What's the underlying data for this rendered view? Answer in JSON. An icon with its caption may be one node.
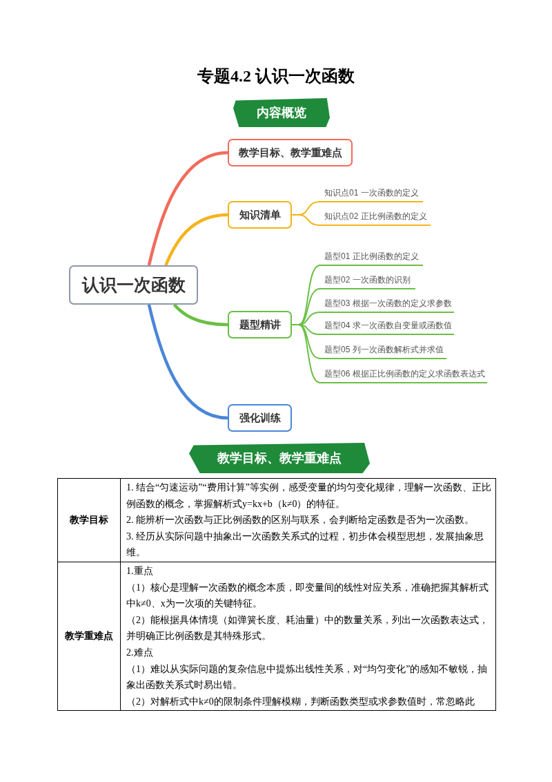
{
  "diagram": {
    "title": "专题4.2 认识一次函数",
    "nodes": [
      {
        "text": [
          "内容概览"
        ]
      },
      {
        "text": [
          "认识一次函数"
        ]
      },
      {
        "text": [
          "教学目标、教学重难点"
        ]
      },
      {
        "text": [
          "知识清单"
        ]
      },
      {
        "text": [
          "题型精讲"
        ]
      },
      {
        "text": [
          "强化训练"
        ]
      },
      {
        "text": [
          "知识点01 一次函数的定义"
        ]
      },
      {
        "text": [
          "知识点02 正比例函数的定义"
        ]
      },
      {
        "text": [
          "题型01 正比例函数的定义"
        ]
      },
      {
        "text": [
          "题型02 一次函数的识别"
        ]
      },
      {
        "text": [
          "题型03 根据一次函数的定义求参数"
        ]
      },
      {
        "text": [
          "题型04 求一次函数自变量或函数值"
        ]
      },
      {
        "text": [
          "题型05 列一次函数解析式并求值"
        ]
      },
      {
        "text": [
          "题型06 根据正比例函数的定义求函数表达式"
        ]
      },
      {
        "text": [
          "教学目标、教学重难点"
        ]
      }
    ],
    "edges": [
      {
        "from": 1,
        "to": 2,
        "arrow": "none",
        "style": "thick",
        "color": "#f26b5b"
      },
      {
        "from": 1,
        "to": 3,
        "arrow": "none",
        "style": "thick",
        "color": "#f4b41a"
      },
      {
        "from": 1,
        "to": 4,
        "arrow": "none",
        "style": "thick"
      },
      {
        "from": 1,
        "to": 5,
        "arrow": "none",
        "style": "thick",
        "color": "#4a86d8"
      },
      {
        "from": 3,
        "to": 6,
        "arrow": "none",
        "color": "#f4b41a"
      },
      {
        "from": 3,
        "to": 7,
        "arrow": "none",
        "color": "#f4b41a"
      },
      {
        "from": 4,
        "to": 8,
        "arrow": "none"
      },
      {
        "from": 4,
        "to": 9,
        "arrow": "none"
      },
      {
        "from": 4,
        "to": 10,
        "arrow": "none"
      },
      {
        "from": 4,
        "to": 11,
        "arrow": "none"
      },
      {
        "from": 4,
        "to": 12,
        "arrow": "none"
      },
      {
        "from": 4,
        "to": 13,
        "arrow": "none"
      }
    ],
    "labels": [
      "教学目标",
      "1. 结合“匀速运动”“费用计算”等实例，感受变量的均匀变化规律，理解一次函数、正比例函数的概念，掌握解析式y=kx+b（k≠0）的特征。",
      "2. 能辨析一次函数与正比例函数的区别与联系，会判断给定函数是否为一次函数。",
      "3. 经历从实际问题中抽象出一次函数关系式的过程，初步体会模型思想，发展抽象思维。",
      "教学重难点",
      "1.重点",
      "（1）核心是理解一次函数的概念本质，即变量间的线性对应关系，准确把握其解析式中k≠0、x为一次项的关键特征。",
      "（2）能根据具体情境（如弹簧长度、耗油量）中的数量关系，列出一次函数表达式，并明确正比例函数是其特殊形式。",
      "2.难点",
      "（1）难以从实际问题的复杂信息中提炼出线性关系，对“均匀变化”的感知不敏锐，抽象出函数关系式时易出错。",
      "（2）对解析式中k≠0的限制条件理解模糊，判断函数类型或求参数值时，常忽略此"
    ]
  }
}
